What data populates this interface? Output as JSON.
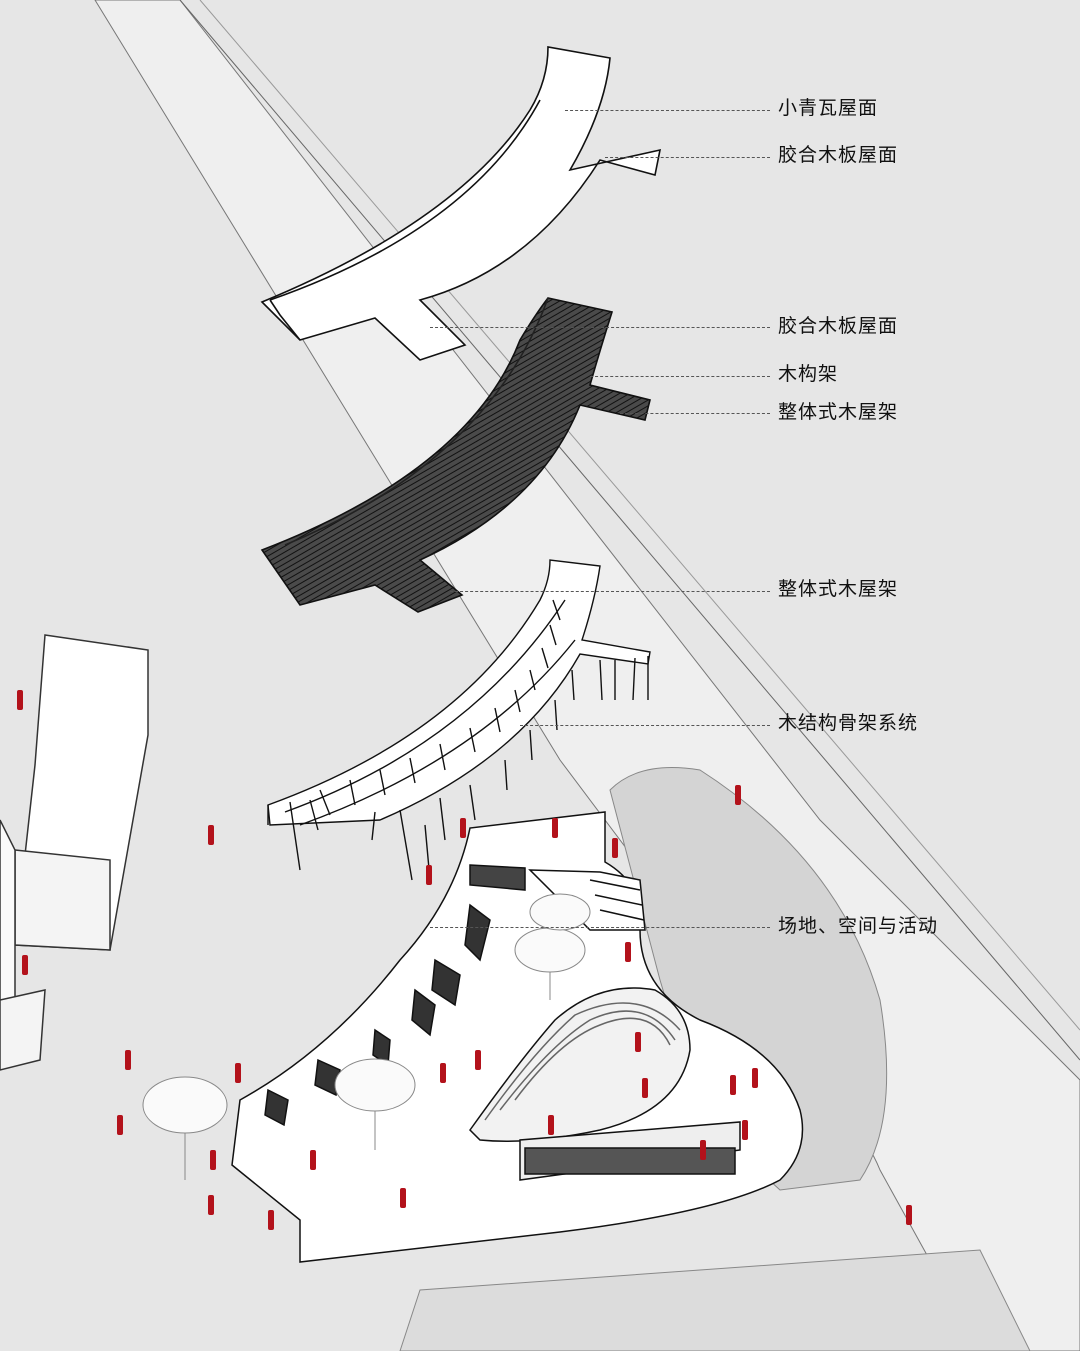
{
  "labels": {
    "roof_tile": "小青瓦屋面",
    "glulam_roof_1": "胶合木板屋面",
    "glulam_roof_2": "胶合木板屋面",
    "timber_frame": "木构架",
    "integral_roof_truss_1": "整体式木屋架",
    "integral_roof_truss_2": "整体式木屋架",
    "timber_skeleton": "木结构骨架系统",
    "site_space_activity": "场地、空间与活动"
  },
  "colors": {
    "background": "#e6e6e6",
    "line": "#111111",
    "roof_dark": "#3a3a3a",
    "figure_red": "#b3121b",
    "plane_white": "#ffffff",
    "road": "#d4d4d4"
  }
}
